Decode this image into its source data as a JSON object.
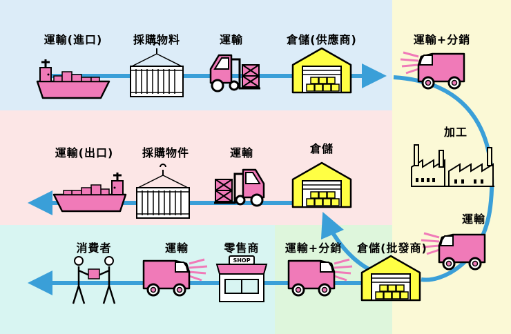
{
  "colors": {
    "top_band": "#dcecf8",
    "middle_band": "#fce6e6",
    "bottom_band": "#d8f5f2",
    "right_band": "#fbf9d6",
    "arrow": "#3a9fd8",
    "vehicle_pink": "#f07ab8",
    "warehouse_yellow": "#ffff44"
  },
  "rows": {
    "import": {
      "ship_label": "運輸(進口)",
      "container_label": "採購物料",
      "forklift_label": "運輸",
      "warehouse_label": "倉儲(供應商)"
    },
    "export": {
      "ship_label": "運輸(出口)",
      "container_label": "採購物件",
      "forklift_label": "運輸",
      "warehouse_label": "倉儲"
    },
    "domestic": {
      "consumer_label": "消費者",
      "truck_label": "運輸",
      "shop_label": "零售商",
      "shop_sign": "SHOP",
      "truck2_label": "運輸+分銷",
      "warehouse_label": "倉儲(批發商)"
    }
  },
  "right_column": {
    "truck_label": "運輸+分銷",
    "factory_label": "加工",
    "truck2_label": "運輸"
  },
  "icons": [
    "cargo-ship-icon",
    "shipping-container-icon",
    "forklift-icon",
    "warehouse-icon",
    "delivery-truck-icon",
    "factory-icon",
    "shop-icon",
    "handover-icon"
  ]
}
